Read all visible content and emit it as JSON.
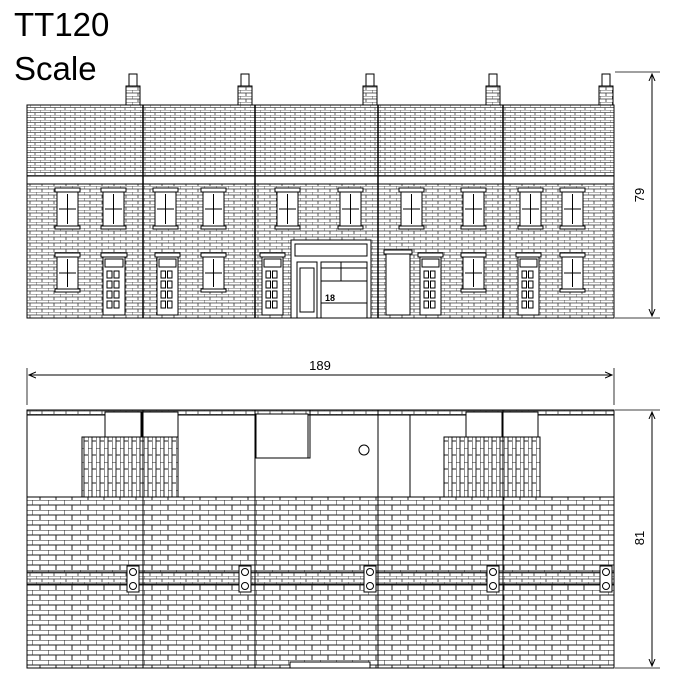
{
  "title": {
    "line1": "TT120",
    "line2": "Scale"
  },
  "front_elevation": {
    "height_dimension": "79",
    "shop_number": "18"
  },
  "rear_elevation": {
    "width_dimension": "189",
    "height_dimension": "81"
  },
  "colors": {
    "line": "#000000",
    "background": "#ffffff",
    "mortar": "#ffffff",
    "brick_outline": "#333333"
  }
}
